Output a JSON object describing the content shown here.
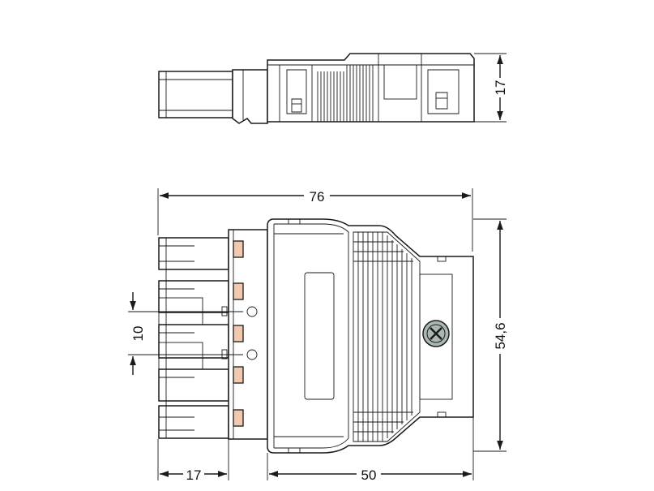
{
  "dimensions": {
    "side_height": "17",
    "overall_length": "76",
    "overall_width": "54,6",
    "pin_pitch": "10",
    "plug_length": "17",
    "body_length": "50"
  },
  "colors": {
    "line": "#1a1a1a",
    "contact": "#f0c9ae",
    "screw": "#a9b8b3"
  },
  "icons": {
    "screw": "screw-cross-icon",
    "contact": "contact-pad-icon"
  }
}
